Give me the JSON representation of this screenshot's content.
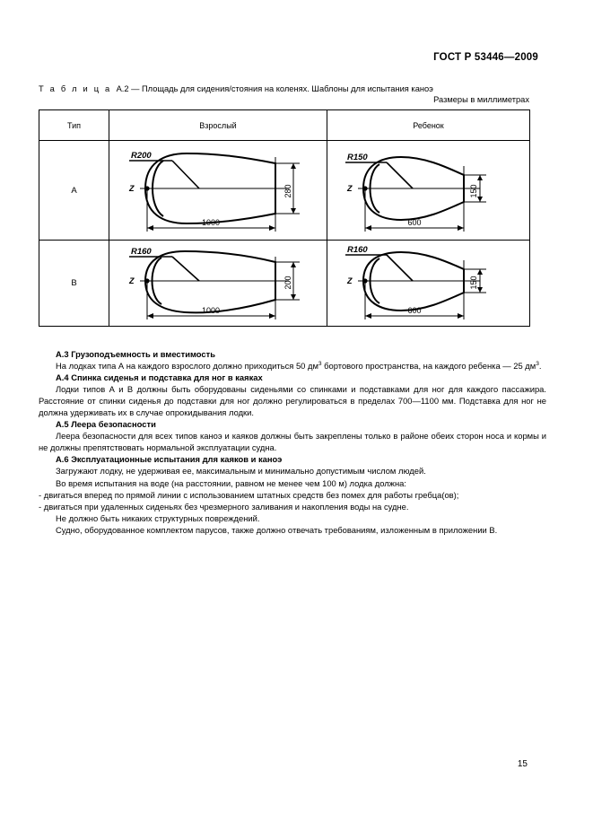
{
  "header": {
    "standard_title": "ГОСТ Р 53446—2009"
  },
  "table": {
    "caption_prefix": "Т а б л и ц а",
    "caption_text": "А.2 — Площадь для сидения/стояния на коленях. Шаблоны для испытания каноэ",
    "units_note": "Размеры в миллиметрах",
    "columns": [
      "Тип",
      "Взрослый",
      "Ребенок"
    ],
    "rows": [
      {
        "type": "А",
        "adult": {
          "radius_label": "R200",
          "length_label": "1000",
          "height_label": "280",
          "axis_label": "Z"
        },
        "child": {
          "radius_label": "R150",
          "length_label": "600",
          "height_label": "150",
          "axis_label": "Z"
        }
      },
      {
        "type": "В",
        "adult": {
          "radius_label": "R160",
          "length_label": "1000",
          "height_label": "200",
          "axis_label": "Z"
        },
        "child": {
          "radius_label": "R160",
          "length_label": "600",
          "height_label": "150",
          "axis_label": "Z"
        }
      }
    ]
  },
  "sections": {
    "a3": {
      "heading": "А.3  Грузоподъемность и вместимость",
      "para1_a": "На лодках типа А на каждого взрослого должно приходиться 50 дм",
      "para1_sup1": "3",
      "para1_b": " бортового пространства, на каждого ребенка — 25 дм",
      "para1_sup2": "3",
      "para1_c": "."
    },
    "a4": {
      "heading": "А.4  Спинка сиденья и подставка для ног в каяках",
      "para1": "Лодки типов А и В должны быть оборудованы сиденьями со спинками и подставками для ног для каждого пассажира. Расстояние от спинки сиденья до подставки для ног должно регулироваться в пределах 700—1100 мм. Подставка для ног не должна удерживать их в случае опрокидывания лодки."
    },
    "a5": {
      "heading": "А.5  Леера безопасности",
      "para1": "Леера безопасности для всех типов каноэ и каяков должны быть закреплены только в районе обеих сторон носа и кормы и не должны препятствовать нормальной эксплуатации судна."
    },
    "a6": {
      "heading": "А.6  Эксплуатационные испытания для каяков и каноэ",
      "para1": "Загружают лодку, не удерживая ее, максимальным и минимально допустимым числом людей.",
      "para2": "Во время испытания на воде (на расстоянии, равном не менее чем 100 м) лодка должна:",
      "bullet1": "- двигаться вперед по прямой линии с использованием штатных средств без помех для работы гребца(ов);",
      "bullet2": "- двигаться при удаленных сиденьях без чрезмерного заливания и накопления воды на судне.",
      "para3": "Не должно быть никаких структурных повреждений.",
      "para4": "Судно, оборудованное комплектом парусов, также должно отвечать требованиям, изложенным в приложении В."
    }
  },
  "footer": {
    "page_number": "15"
  }
}
